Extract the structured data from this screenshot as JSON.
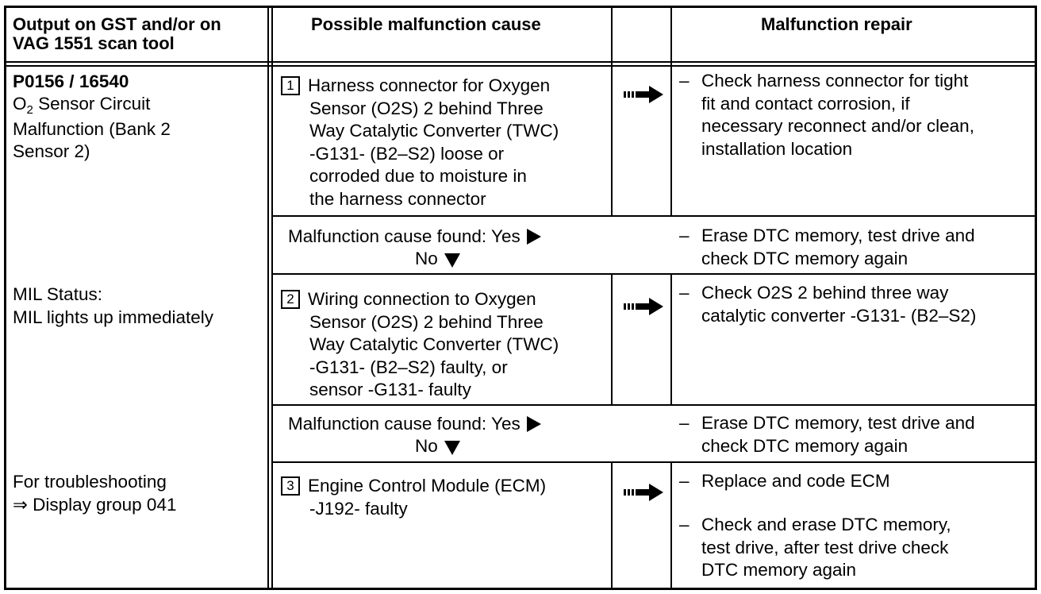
{
  "headers": {
    "col1": [
      "Output on GST and/or on",
      "VAG 1551 scan tool"
    ],
    "col2": "Possible malfunction cause",
    "col4": "Malfunction repair"
  },
  "left_column": {
    "code": "P0156 / 16540",
    "description": {
      "o_prefix": "O",
      "o_sub": "2",
      "line1_rest": " Sensor Circuit",
      "line2": "Malfunction (Bank 2",
      "line3": "Sensor 2)"
    },
    "mil": [
      "MIL Status:",
      "MIL lights up immediately"
    ],
    "troubleshooting": [
      "For troubleshooting",
      "⇒ Display group 041"
    ]
  },
  "steps": [
    {
      "number": "1",
      "cause": [
        "Harness connector for Oxygen",
        "Sensor (O2S) 2 behind Three",
        "Way Catalytic Converter (TWC)",
        "-G131- (B2–S2) loose or",
        "corroded due to moisture in",
        "the harness connector"
      ],
      "repairs": [
        {
          "dash": "–",
          "lines": [
            "Check harness connector for tight",
            "fit and contact corrosion, if",
            "necessary reconnect and/or clean,",
            "installation location"
          ]
        }
      ]
    },
    {
      "number": "2",
      "cause": [
        "Wiring connection to Oxygen",
        "Sensor (O2S) 2 behind Three",
        "Way Catalytic Converter (TWC)",
        "-G131- (B2–S2) faulty, or",
        "sensor -G131- faulty"
      ],
      "repairs": [
        {
          "dash": "–",
          "lines": [
            "Check O2S 2 behind three way",
            "catalytic converter -G131- (B2–S2)"
          ]
        }
      ]
    },
    {
      "number": "3",
      "cause": [
        "Engine Control Module (ECM)",
        "-J192- faulty"
      ],
      "repairs": [
        {
          "dash": "–",
          "lines": [
            "Replace and code ECM"
          ]
        },
        {
          "dash": "–",
          "lines": [
            "Check and erase DTC memory,",
            "test drive, after test drive check",
            "DTC memory again"
          ]
        }
      ]
    }
  ],
  "found_rows": [
    {
      "label": "Malfunction cause found:  Yes",
      "no": "No",
      "dash": "–",
      "action": [
        "Erase DTC memory, test drive and",
        "check DTC memory again"
      ]
    },
    {
      "label": "Malfunction cause found:  Yes",
      "no": "No",
      "dash": "–",
      "action": [
        "Erase DTC memory, test drive and",
        "check DTC memory again"
      ]
    }
  ],
  "icons": {
    "step_arrow": "striped-right-arrow-icon",
    "yes_pointer": "triangle-right-icon",
    "no_pointer": "triangle-down-icon"
  }
}
